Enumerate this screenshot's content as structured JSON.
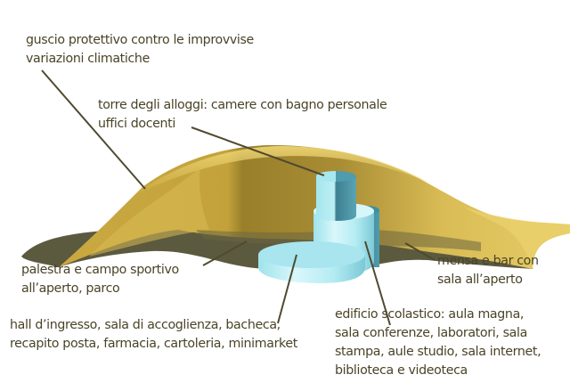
{
  "diagram": {
    "subject": "campus under protective dome",
    "colors": {
      "text": "#4a4327",
      "leader_line": "#4f4a30",
      "dome_light": "#e8cf6a",
      "dome_mid": "#c9a93f",
      "dome_dark": "#8d7427",
      "shadow": "#5b5a3f",
      "building_light": "#c9f2f7",
      "building_mid": "#8fdbe6",
      "building_dark": "#3f8ea0",
      "background": "#ffffff"
    },
    "labels": {
      "shell": {
        "lines": [
          "guscio protettivo contro le improvvise",
          "variazioni climatiche"
        ]
      },
      "tower": {
        "lines": [
          "torre degli alloggi: camere con bagno personale",
          "uffici docenti"
        ]
      },
      "gym": {
        "lines": [
          "palestra e campo sportivo",
          "all’aperto, parco"
        ]
      },
      "mensa": {
        "lines": [
          "mensa e bar con",
          "sala all’aperto"
        ]
      },
      "hall": {
        "lines": [
          "hall d’ingresso, sala di accoglienza, bacheca,",
          "recapito posta, farmacia, cartoleria, minimarket"
        ]
      },
      "school": {
        "lines": [
          "edificio scolastico: aula magna,",
          "sala conferenze, laboratori, sala",
          "stampa, aule studio, sala internet,",
          "biblioteca e videoteca"
        ]
      }
    }
  }
}
